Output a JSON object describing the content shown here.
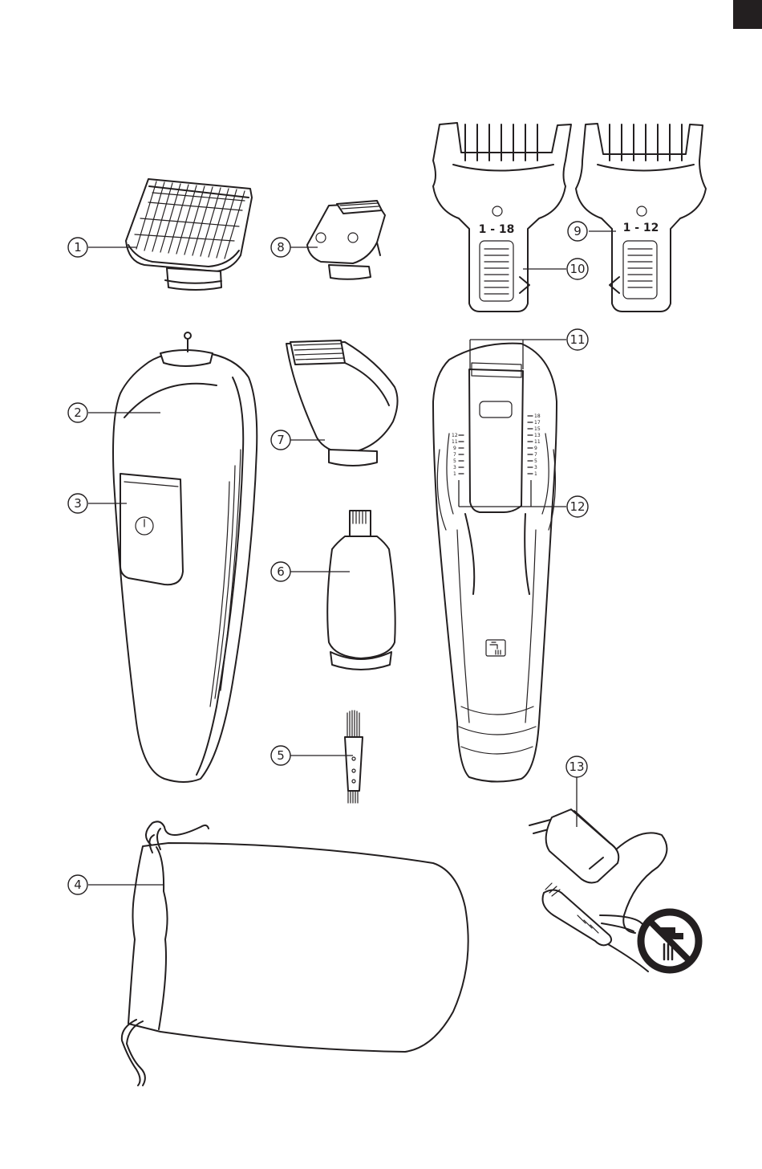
{
  "page": {
    "corner_tab_color": "#231f20",
    "line_color": "#231f20"
  },
  "callouts": {
    "c1": "1",
    "c2": "2",
    "c3": "3",
    "c4": "4",
    "c5": "5",
    "c6": "6",
    "c7": "7",
    "c8": "8",
    "c9": "9",
    "c10": "10",
    "c11": "11",
    "c12": "12",
    "c13": "13"
  },
  "guides": {
    "comb_large_range": "1 - 18",
    "comb_small_range": "1 - 12"
  },
  "scales": {
    "left": [
      "12",
      "11",
      "9",
      "7",
      "5",
      "3",
      "1"
    ],
    "right": [
      "18",
      "17",
      "15",
      "13",
      "11",
      "9",
      "7",
      "5",
      "3",
      "1"
    ]
  },
  "icons": {
    "power": "power-icon",
    "washable": "faucet-washable-icon",
    "no_water": "no-water-prohibition-icon"
  }
}
